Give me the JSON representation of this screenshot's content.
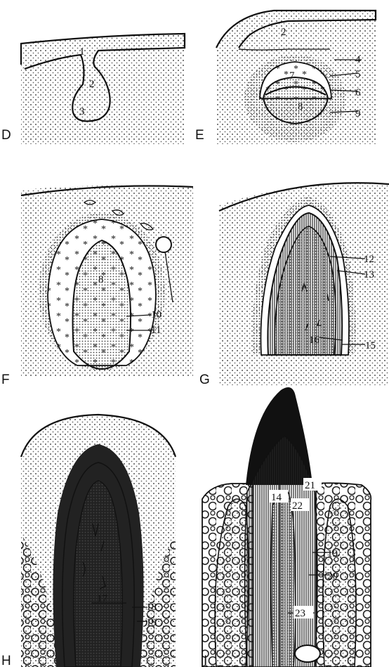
{
  "panels": [
    {
      "letter": "D",
      "labels": [
        "1",
        "2",
        "3"
      ]
    },
    {
      "letter": "E",
      "labels": [
        "2",
        "4",
        "5",
        "7",
        "6",
        "8",
        "9"
      ]
    },
    {
      "letter": "F",
      "labels": [
        "8",
        "10",
        "11"
      ]
    },
    {
      "letter": "G",
      "labels": [
        "12",
        "13",
        "16",
        "15"
      ]
    },
    {
      "letter": "H",
      "labels": [
        "17",
        "18",
        "19"
      ]
    },
    {
      "letter": "I",
      "labels": [
        "21",
        "14",
        "22",
        "19",
        "20",
        "23"
      ]
    }
  ],
  "colors": {
    "ink": "#111111",
    "paper": "#ffffff",
    "stipple": "#555555"
  }
}
